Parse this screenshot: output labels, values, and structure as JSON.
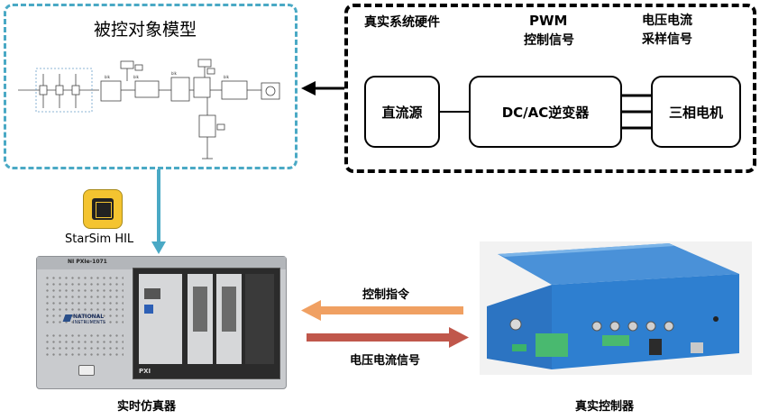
{
  "plant_model": {
    "title": "被控对象模型"
  },
  "real_hardware": {
    "title": "真实系统硬件",
    "pwm_label_line1": "PWM",
    "pwm_label_line2": "控制信号",
    "sense_label_line1": "电压电流",
    "sense_label_line2": "采样信号",
    "dc_source": "直流源",
    "inverter": "DC/AC逆变器",
    "motor": "三相电机"
  },
  "starsim": {
    "label": "StarSim HIL"
  },
  "simulator": {
    "caption": "实时仿真器",
    "chassis_label": "NI PXIe-1071",
    "brand_line1": "NATIONAL",
    "brand_line2": "INSTRUMENTS",
    "pxi_label": "PXI"
  },
  "controller": {
    "caption": "真实控制器"
  },
  "arrows": {
    "control_cmd": "控制指令",
    "vi_signal": "电压电流信号"
  },
  "colors": {
    "teal": "#4aa9c5",
    "orange_arrow": "#f0a062",
    "red_arrow": "#c0574b",
    "controller_blue": "#2e7fd0"
  }
}
